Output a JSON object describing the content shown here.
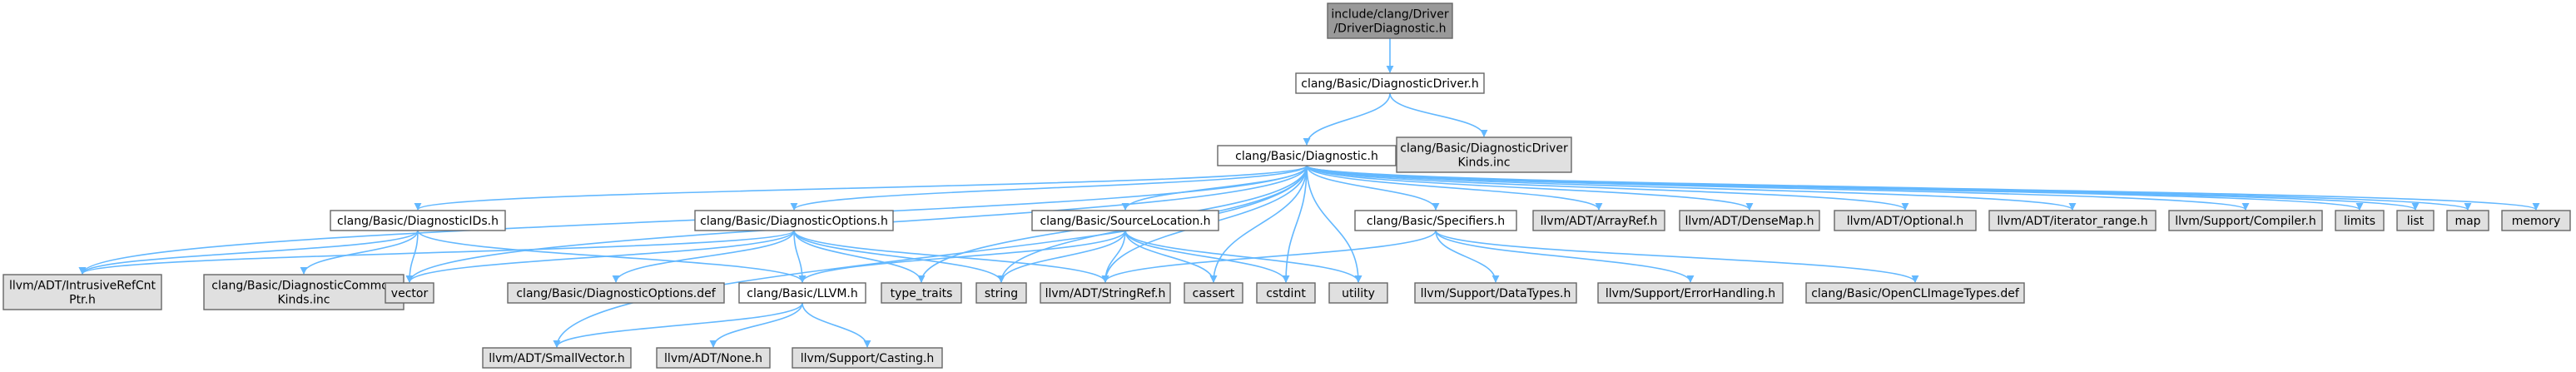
{
  "colors": {
    "edge": "#63b8ff",
    "root_fill": "#999999",
    "doc_fill": "#ffffff",
    "nodoc_fill": "#e0e0e0"
  },
  "nodes": [
    {
      "id": "root",
      "lines": [
        "include/clang/Driver",
        "/DriverDiagnostic.h"
      ],
      "kind": "root"
    },
    {
      "id": "diagdriver",
      "lines": [
        "clang/Basic/DiagnosticDriver.h"
      ],
      "kind": "doc"
    },
    {
      "id": "diagdriverkinds",
      "lines": [
        "clang/Basic/DiagnosticDriver",
        "Kinds.inc"
      ],
      "kind": "nodoc"
    },
    {
      "id": "diagnostic",
      "lines": [
        "clang/Basic/Diagnostic.h"
      ],
      "kind": "doc"
    },
    {
      "id": "diagids",
      "lines": [
        "clang/Basic/DiagnosticIDs.h"
      ],
      "kind": "doc"
    },
    {
      "id": "diagoptions",
      "lines": [
        "clang/Basic/DiagnosticOptions.h"
      ],
      "kind": "doc"
    },
    {
      "id": "srcloc",
      "lines": [
        "clang/Basic/SourceLocation.h"
      ],
      "kind": "doc"
    },
    {
      "id": "specifiers",
      "lines": [
        "clang/Basic/Specifiers.h"
      ],
      "kind": "doc"
    },
    {
      "id": "arrayref",
      "lines": [
        "llvm/ADT/ArrayRef.h"
      ],
      "kind": "nodoc"
    },
    {
      "id": "densemap",
      "lines": [
        "llvm/ADT/DenseMap.h"
      ],
      "kind": "nodoc"
    },
    {
      "id": "optional",
      "lines": [
        "llvm/ADT/Optional.h"
      ],
      "kind": "nodoc"
    },
    {
      "id": "iterrange",
      "lines": [
        "llvm/ADT/iterator_range.h"
      ],
      "kind": "nodoc"
    },
    {
      "id": "compiler",
      "lines": [
        "llvm/Support/Compiler.h"
      ],
      "kind": "nodoc"
    },
    {
      "id": "limits",
      "lines": [
        "limits"
      ],
      "kind": "nodoc"
    },
    {
      "id": "list",
      "lines": [
        "list"
      ],
      "kind": "nodoc"
    },
    {
      "id": "map",
      "lines": [
        "map"
      ],
      "kind": "nodoc"
    },
    {
      "id": "memory",
      "lines": [
        "memory"
      ],
      "kind": "nodoc"
    },
    {
      "id": "intrusive",
      "lines": [
        "llvm/ADT/IntrusiveRefCnt",
        "Ptr.h"
      ],
      "kind": "nodoc"
    },
    {
      "id": "commonkinds",
      "lines": [
        "clang/Basic/DiagnosticCommon",
        "Kinds.inc"
      ],
      "kind": "nodoc"
    },
    {
      "id": "vector",
      "lines": [
        "vector"
      ],
      "kind": "nodoc"
    },
    {
      "id": "optionsdef",
      "lines": [
        "clang/Basic/DiagnosticOptions.def"
      ],
      "kind": "nodoc"
    },
    {
      "id": "llvmh",
      "lines": [
        "clang/Basic/LLVM.h"
      ],
      "kind": "doc"
    },
    {
      "id": "typetraits",
      "lines": [
        "type_traits"
      ],
      "kind": "nodoc"
    },
    {
      "id": "string",
      "lines": [
        "string"
      ],
      "kind": "nodoc"
    },
    {
      "id": "stringref",
      "lines": [
        "llvm/ADT/StringRef.h"
      ],
      "kind": "nodoc"
    },
    {
      "id": "cassert",
      "lines": [
        "cassert"
      ],
      "kind": "nodoc"
    },
    {
      "id": "cstdint",
      "lines": [
        "cstdint"
      ],
      "kind": "nodoc"
    },
    {
      "id": "utility",
      "lines": [
        "utility"
      ],
      "kind": "nodoc"
    },
    {
      "id": "datatypes",
      "lines": [
        "llvm/Support/DataTypes.h"
      ],
      "kind": "nodoc"
    },
    {
      "id": "errorhandling",
      "lines": [
        "llvm/Support/ErrorHandling.h"
      ],
      "kind": "nodoc"
    },
    {
      "id": "opencl",
      "lines": [
        "clang/Basic/OpenCLImageTypes.def"
      ],
      "kind": "nodoc"
    },
    {
      "id": "smallvector",
      "lines": [
        "llvm/ADT/SmallVector.h"
      ],
      "kind": "nodoc"
    },
    {
      "id": "none",
      "lines": [
        "llvm/ADT/None.h"
      ],
      "kind": "nodoc"
    },
    {
      "id": "casting",
      "lines": [
        "llvm/Support/Casting.h"
      ],
      "kind": "nodoc"
    }
  ],
  "edges": [
    [
      "root",
      "diagdriver"
    ],
    [
      "diagdriver",
      "diagnostic"
    ],
    [
      "diagdriver",
      "diagdriverkinds"
    ],
    [
      "diagnostic",
      "diagids"
    ],
    [
      "diagnostic",
      "diagoptions"
    ],
    [
      "diagnostic",
      "srcloc"
    ],
    [
      "diagnostic",
      "specifiers"
    ],
    [
      "diagnostic",
      "arrayref"
    ],
    [
      "diagnostic",
      "densemap"
    ],
    [
      "diagnostic",
      "optional"
    ],
    [
      "diagnostic",
      "iterrange"
    ],
    [
      "diagnostic",
      "compiler"
    ],
    [
      "diagnostic",
      "limits"
    ],
    [
      "diagnostic",
      "list"
    ],
    [
      "diagnostic",
      "map"
    ],
    [
      "diagnostic",
      "memory"
    ],
    [
      "diagnostic",
      "intrusive"
    ],
    [
      "diagnostic",
      "vector"
    ],
    [
      "diagnostic",
      "smallvector"
    ],
    [
      "diagnostic",
      "typetraits"
    ],
    [
      "diagnostic",
      "string"
    ],
    [
      "diagnostic",
      "stringref"
    ],
    [
      "diagnostic",
      "cassert"
    ],
    [
      "diagnostic",
      "cstdint"
    ],
    [
      "diagnostic",
      "utility"
    ],
    [
      "diagids",
      "intrusive"
    ],
    [
      "diagids",
      "commonkinds"
    ],
    [
      "diagids",
      "vector"
    ],
    [
      "diagids",
      "llvmh"
    ],
    [
      "diagoptions",
      "intrusive"
    ],
    [
      "diagoptions",
      "vector"
    ],
    [
      "diagoptions",
      "optionsdef"
    ],
    [
      "diagoptions",
      "llvmh"
    ],
    [
      "diagoptions",
      "typetraits"
    ],
    [
      "diagoptions",
      "string"
    ],
    [
      "diagoptions",
      "stringref"
    ],
    [
      "srcloc",
      "llvmh"
    ],
    [
      "srcloc",
      "string"
    ],
    [
      "srcloc",
      "stringref"
    ],
    [
      "srcloc",
      "cassert"
    ],
    [
      "srcloc",
      "cstdint"
    ],
    [
      "srcloc",
      "utility"
    ],
    [
      "specifiers",
      "stringref"
    ],
    [
      "specifiers",
      "datatypes"
    ],
    [
      "specifiers",
      "errorhandling"
    ],
    [
      "specifiers",
      "opencl"
    ],
    [
      "llvmh",
      "smallvector"
    ],
    [
      "llvmh",
      "none"
    ],
    [
      "llvmh",
      "casting"
    ]
  ]
}
